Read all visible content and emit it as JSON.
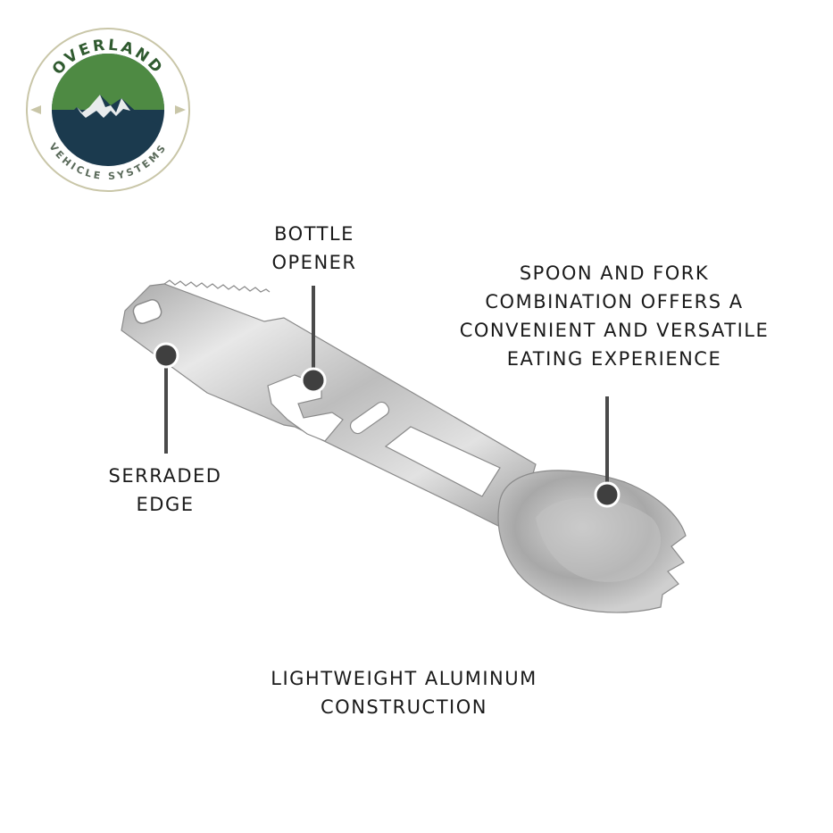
{
  "logo": {
    "top_text": "OVERLAND",
    "bottom_text": "VEHICLE SYSTEMS",
    "ring_color": "#c9c6a8",
    "green": "#4e8a43",
    "navy": "#1b3a4e"
  },
  "callouts": {
    "bottle_opener": [
      "BOTTLE",
      "OPENER"
    ],
    "spoon_fork": [
      "SPOON AND FORK",
      "COMBINATION OFFERS A",
      "CONVENIENT AND VERSATILE",
      "EATING EXPERIENCE"
    ],
    "serrated_edge": [
      "SERRADED",
      "EDGE"
    ],
    "construction": [
      "LIGHTWEIGHT ALUMINUM",
      "CONSTRUCTION"
    ]
  },
  "colors": {
    "text": "#1a1a1a",
    "leader_line": "#4a4a4a",
    "marker": "#3f3f3f",
    "metal_light": "#e6e6e6",
    "metal_dark": "#9a9a9a"
  }
}
